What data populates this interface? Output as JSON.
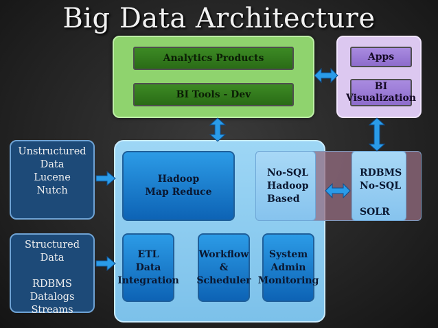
{
  "title": "Big Data Architecture",
  "analytics": {
    "products": "Analytics Products",
    "bi_tools": "BI Tools - Dev"
  },
  "bi": {
    "apps": "Apps",
    "visualization": "BI\nVisualization"
  },
  "sources": {
    "unstructured": "Unstructured\nData\nLucene\nNutch",
    "structured": "Structured\nData\n\nRDBMS\nDatalogs\nStreams"
  },
  "core": {
    "hadoop": "Hadoop\nMap Reduce",
    "nosql": "No-SQL\nHadoop\nBased",
    "rdbms": "RDBMS\nNo-SQL\n\nSOLR",
    "etl": "ETL\nData\nIntegration",
    "workflow": "Workflow\n&\nScheduler",
    "sysadmin": "System\nAdmin\nMonitoring"
  },
  "colors": {
    "analytics_panel": "#8fd36e",
    "bi_panel": "#dcc8f0",
    "core_panel": "#9dd6f5",
    "arrow": "#2a9be8"
  }
}
